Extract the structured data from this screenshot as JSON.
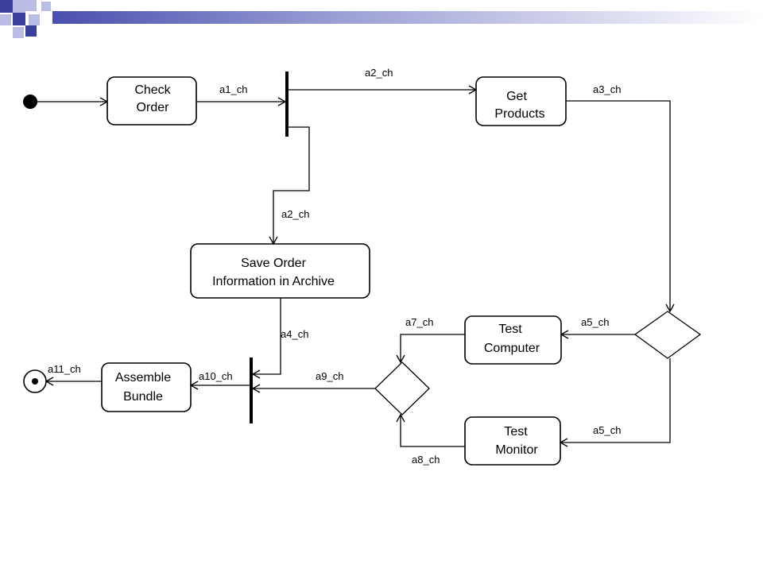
{
  "nodes": {
    "check_order": [
      "Check",
      "Order"
    ],
    "get_products": [
      "Get",
      "Products"
    ],
    "save_order": [
      "Save Order",
      "Information in Archive"
    ],
    "test_computer": [
      "Test",
      "Computer"
    ],
    "test_monitor": [
      "Test",
      "Monitor"
    ],
    "assemble_bundle": [
      "Assemble",
      "Bundle"
    ]
  },
  "edges": {
    "a1": "a1_ch",
    "a2_top": "a2_ch",
    "a2_left": "a2_ch",
    "a3": "a3_ch",
    "a4": "a4_ch",
    "a5_upper": "a5_ch",
    "a5_lower": "a5_ch",
    "a7": "a7_ch",
    "a8": "a8_ch",
    "a9": "a9_ch",
    "a10": "a10_ch",
    "a11": "a11_ch"
  },
  "colors": {
    "deco_light": "#b9bde6",
    "deco_dark": "#3a3f9c",
    "deco_gradient_start": "#4a4fae",
    "deco_gradient_end": "#ffffff"
  }
}
